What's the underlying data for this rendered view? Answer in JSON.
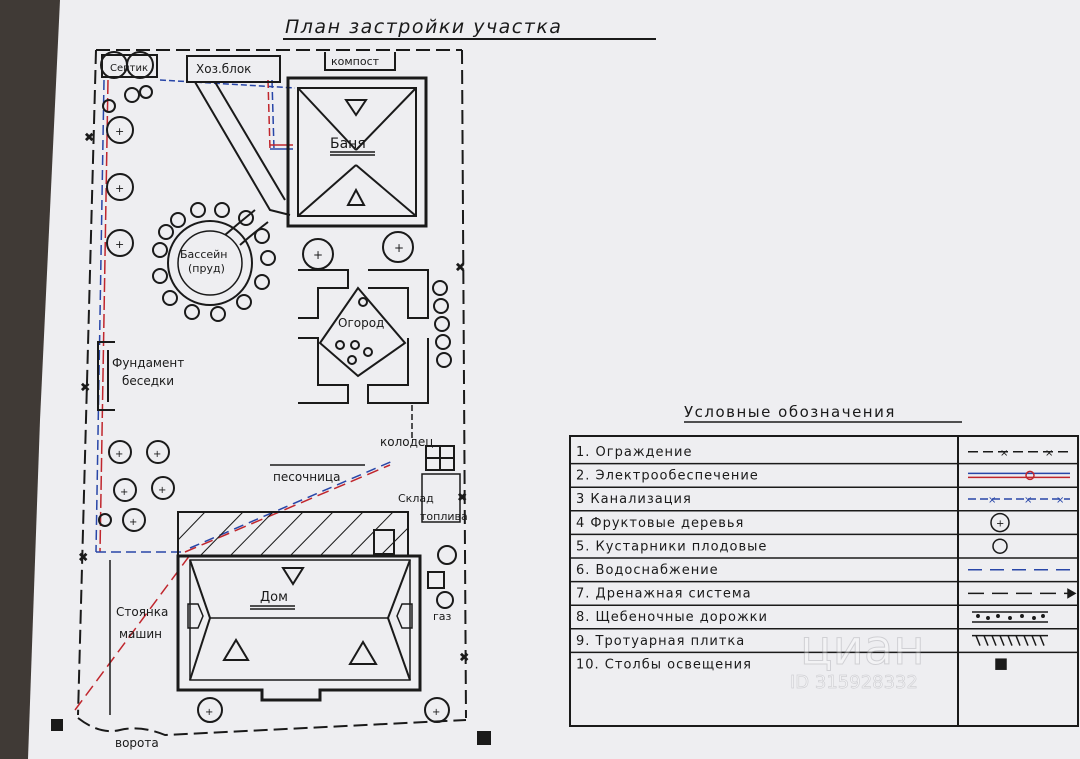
{
  "title": "План застройки участка",
  "plan_labels": {
    "septic": "Септик",
    "utility_block": "Хоз.блок",
    "compost": "компост",
    "bathhouse": "Баня",
    "pool": "Бассейн (пруд)",
    "pool_line1": "Бассейн",
    "pool_line2": "(пруд)",
    "garden": "Огород",
    "gazebo_line1": "Фундамент",
    "gazebo_line2": "беседки",
    "well": "колодец",
    "sandbox": "песочница",
    "firewood_line1": "Склад",
    "firewood_line2": "топлива",
    "house": "Дом",
    "parking_line1": "Стоянка",
    "parking_line2": "машин",
    "gas": "газ",
    "gate": "ворота"
  },
  "legend": {
    "title": "Условные обозначения",
    "items": [
      {
        "text": "1. Ограждение",
        "symbol": "fence"
      },
      {
        "text": "2. Электрообеспечение",
        "symbol": "electric"
      },
      {
        "text": "3 Канализация",
        "symbol": "sewer"
      },
      {
        "text": "4 Фруктовые деревья",
        "symbol": "fruit-tree"
      },
      {
        "text": "5. Кустарники плодовые",
        "symbol": "shrub"
      },
      {
        "text": "6. Водоснабжение",
        "symbol": "water"
      },
      {
        "text": "7. Дренажная система",
        "symbol": "drainage"
      },
      {
        "text": "8. Щебеночные дорожки",
        "symbol": "gravel-path"
      },
      {
        "text": "9. Тротуарная плитка",
        "symbol": "paving"
      },
      {
        "text": "10. Столбы освещения",
        "symbol": "lamp-post"
      }
    ]
  },
  "watermark": {
    "brand": "циан",
    "id": "ID 315928332"
  },
  "colors": {
    "paper": "#eeeef0",
    "ink": "#1a1a1a",
    "electric_red": "#c0262d",
    "water_blue": "#2846a8"
  }
}
